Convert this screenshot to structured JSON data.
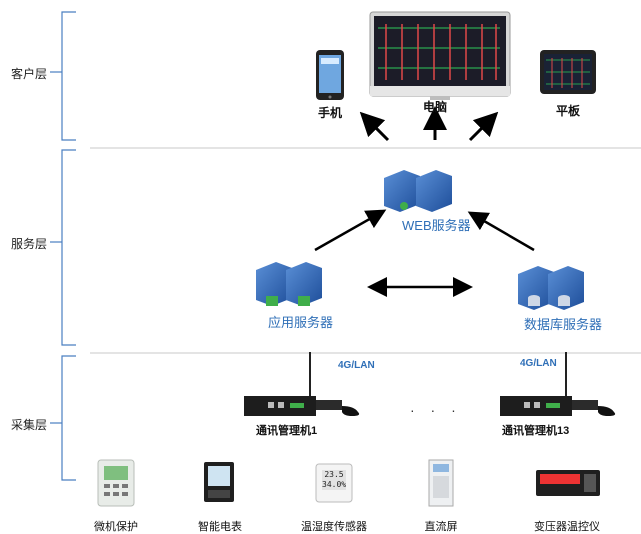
{
  "tiers": {
    "client": "客户层",
    "service": "服务层",
    "collection": "采集层"
  },
  "client_devices": {
    "phone": "手机",
    "computer": "电脑",
    "tablet": "平板"
  },
  "servers": {
    "web": "WEB服务器",
    "app": "应用服务器",
    "db": "数据库服务器"
  },
  "gateways": [
    {
      "label": "通讯管理机1",
      "network": "4G/LAN"
    },
    {
      "label": "通讯管理机13",
      "network": "4G/LAN"
    }
  ],
  "gateway_ellipsis": "· · ·",
  "field_devices": [
    {
      "label": "微机保护",
      "icon": "protection-relay-icon"
    },
    {
      "label": "智能电表",
      "icon": "smart-meter-icon"
    },
    {
      "label": "温湿度传感器",
      "icon": "temp-humidity-sensor-icon"
    },
    {
      "label": "直流屏",
      "icon": "dc-panel-icon"
    },
    {
      "label": "变压器温控仪",
      "icon": "transformer-temp-controller-icon"
    }
  ],
  "sensor_readout": {
    "line1": "23.5",
    "line2": "34.0%"
  },
  "colors": {
    "bracket": "#4a7fc1",
    "server_text": "#2f6fb7",
    "divider": "#c8c8c8",
    "arrow": "#000000"
  }
}
